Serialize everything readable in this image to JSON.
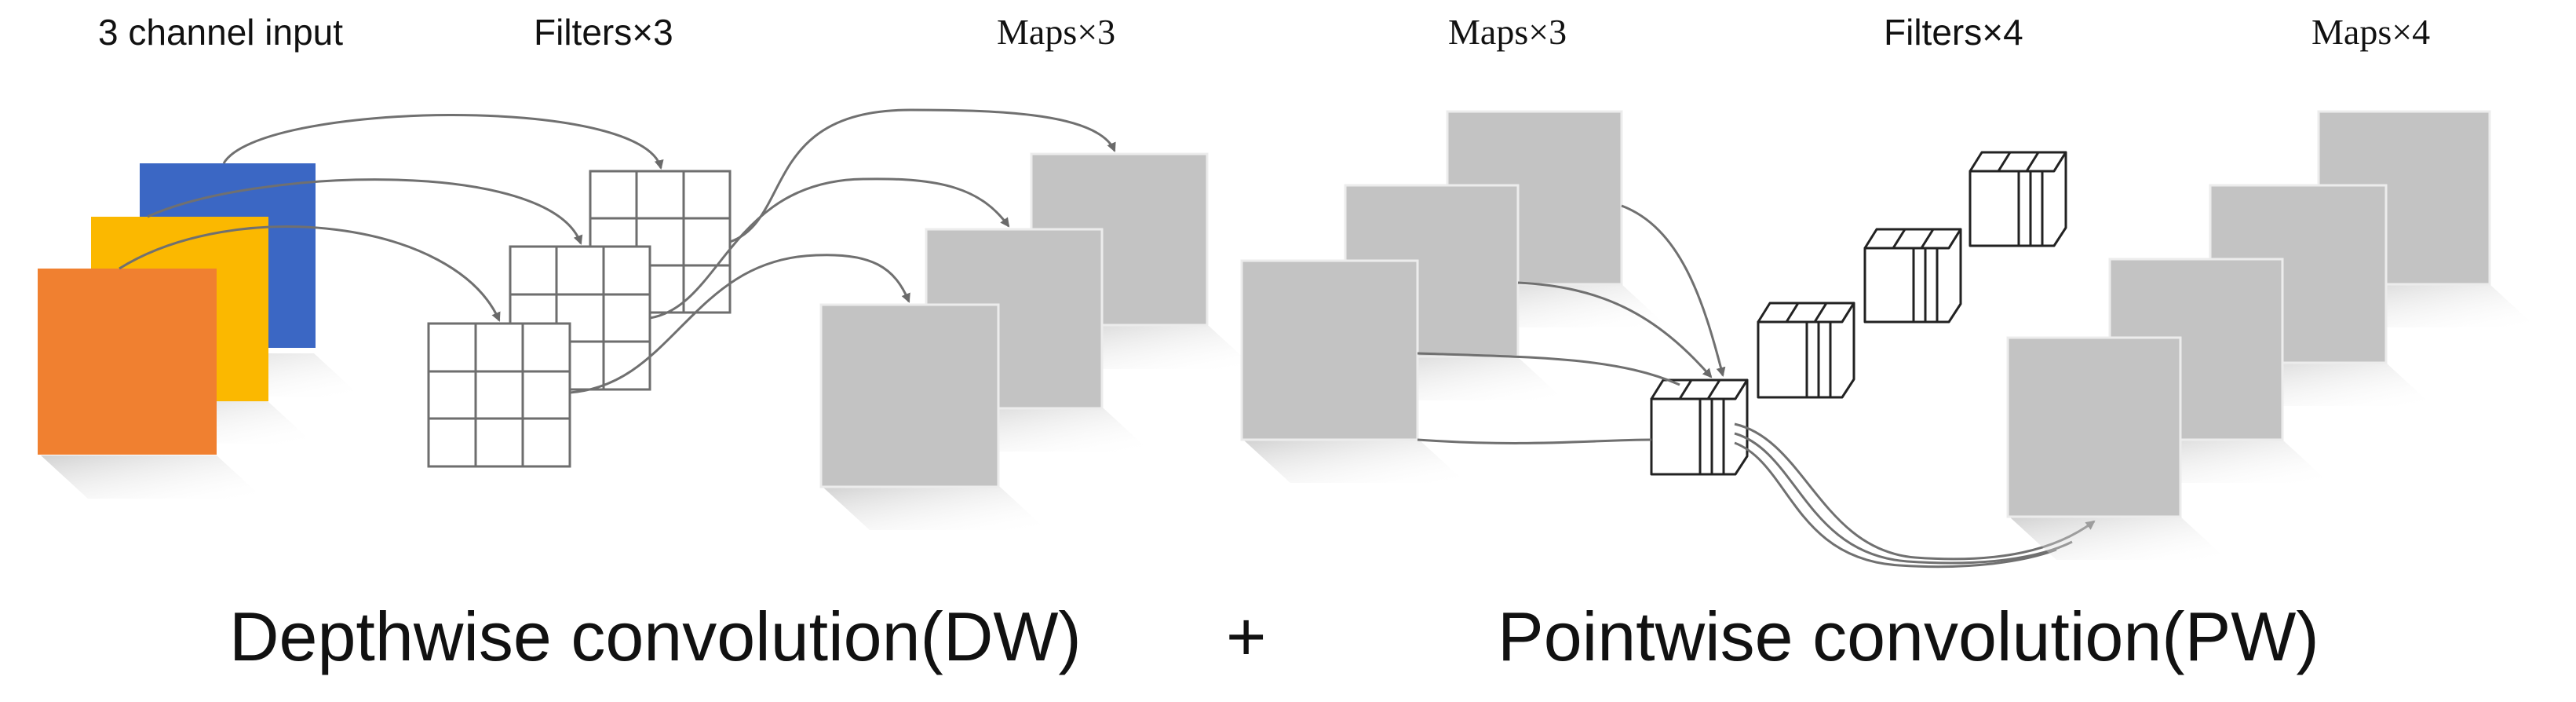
{
  "top_labels": {
    "input": "3 channel input",
    "dw_filters": "Filters×3",
    "dw_maps": "Maps×3",
    "pw_maps_in": "Maps×3",
    "pw_filters": "Filters×4",
    "pw_maps_out": "Maps×4"
  },
  "captions": {
    "depthwise": "Depthwise convolution(DW)",
    "plus": "+",
    "pointwise": "Pointwise convolution(PW)"
  },
  "colors": {
    "input_channel_1": "#3b67c4",
    "input_channel_2": "#fbb800",
    "input_channel_3": "#f08030",
    "map_gray": "#c3c3c3",
    "arrow": "#707070"
  }
}
